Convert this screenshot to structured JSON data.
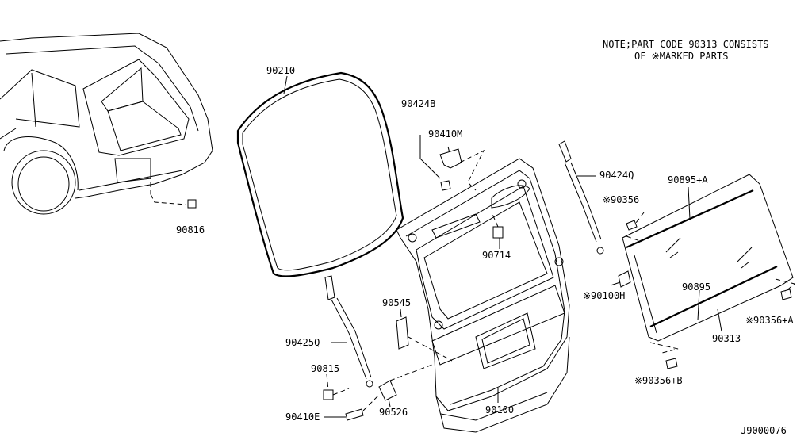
{
  "note": {
    "line1": "NOTE;PART CODE 90313 CONSISTS",
    "line2": "OF ※MARKED PARTS"
  },
  "parts": {
    "p90210": "90210",
    "p90424B": "90424B",
    "p90410M": "90410M",
    "p90424Q": "90424Q",
    "p90895A": "90895+A",
    "p90356": "※90356",
    "p90816": "90816",
    "p90714": "90714",
    "p90100H": "※90100H",
    "p90895": "90895",
    "p90356A": "※90356+A",
    "p90545": "90545",
    "p90313": "90313",
    "p90425Q": "90425Q",
    "p90815": "90815",
    "p90356B": "※90356+B",
    "p90526": "90526",
    "p90100": "90100",
    "p90410E": "90410E"
  },
  "diagram_id": "J9000076"
}
